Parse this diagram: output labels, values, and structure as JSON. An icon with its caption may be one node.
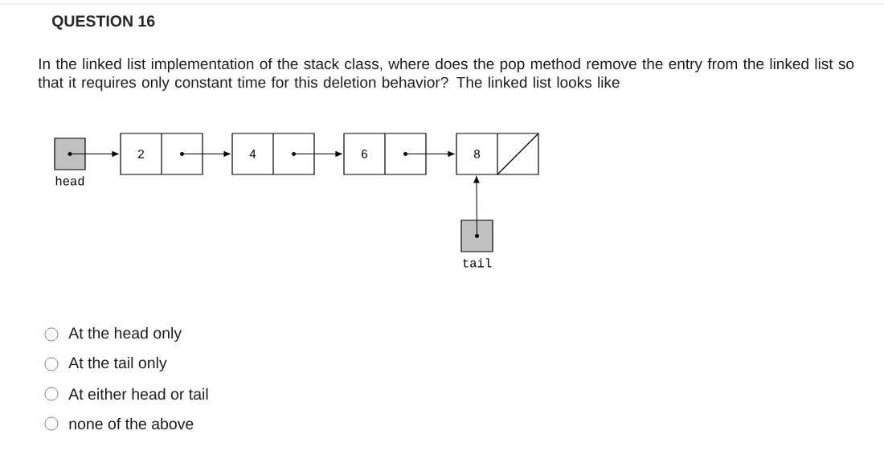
{
  "diagram": {
    "title": "QUESTION 16",
    "nodes": [
      {
        "text": [],
        "shape": "box",
        "beside": [
          "head"
        ]
      },
      {
        "text": [
          "2"
        ]
      },
      {
        "text": [
          "4"
        ]
      },
      {
        "text": [
          "6"
        ]
      },
      {
        "text": [
          "8"
        ]
      },
      {
        "text": [],
        "shape": "box",
        "beside": [
          "tail"
        ]
      }
    ],
    "edges": [
      {
        "from": 0,
        "to": 1,
        "arrow": "to"
      },
      {
        "from": 1,
        "to": 2,
        "arrow": "to"
      },
      {
        "from": 2,
        "to": 3,
        "arrow": "to"
      },
      {
        "from": 3,
        "to": 4,
        "arrow": "to"
      },
      {
        "from": 5,
        "to": 4,
        "arrow": "to"
      }
    ],
    "labels": [
      "In the linked list implementation of the stack class, where does the pop method remove the entry from the linked list so that it requires only constant time for this deletion behavior?  The linked list looks like",
      "At the head only",
      "At the tail only",
      "At either head or tail",
      "none of the above"
    ]
  }
}
